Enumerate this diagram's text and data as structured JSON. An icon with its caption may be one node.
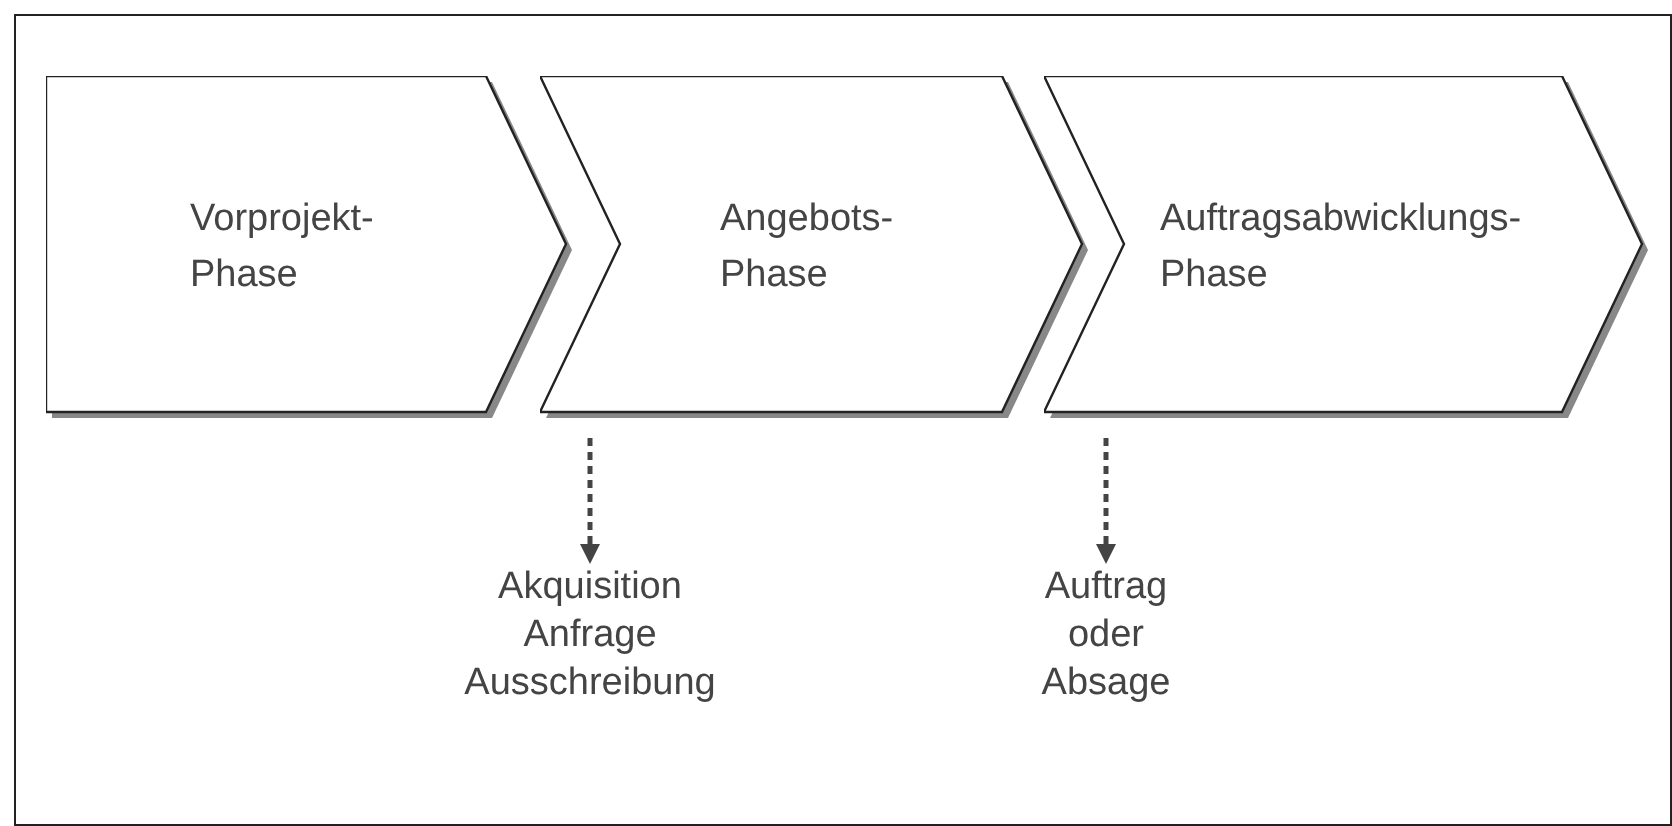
{
  "diagram": {
    "nodes": [
      {
        "text": [
          "Vorprojekt- Phase"
        ]
      },
      {
        "text": [
          "Angebots- Phase"
        ]
      },
      {
        "text": [
          "Auftragsabwicklungs- Phase"
        ]
      },
      {
        "text": [
          "Akquisition",
          "Anfrage",
          "Ausschreibung"
        ]
      },
      {
        "text": [
          "Auftrag",
          "oder",
          "Absage"
        ]
      }
    ],
    "edges": [
      {
        "from": 1,
        "to": 3,
        "arrow": "to",
        "style": "dashed"
      },
      {
        "from": 2,
        "to": 4,
        "arrow": "to",
        "style": "dashed"
      }
    ]
  }
}
